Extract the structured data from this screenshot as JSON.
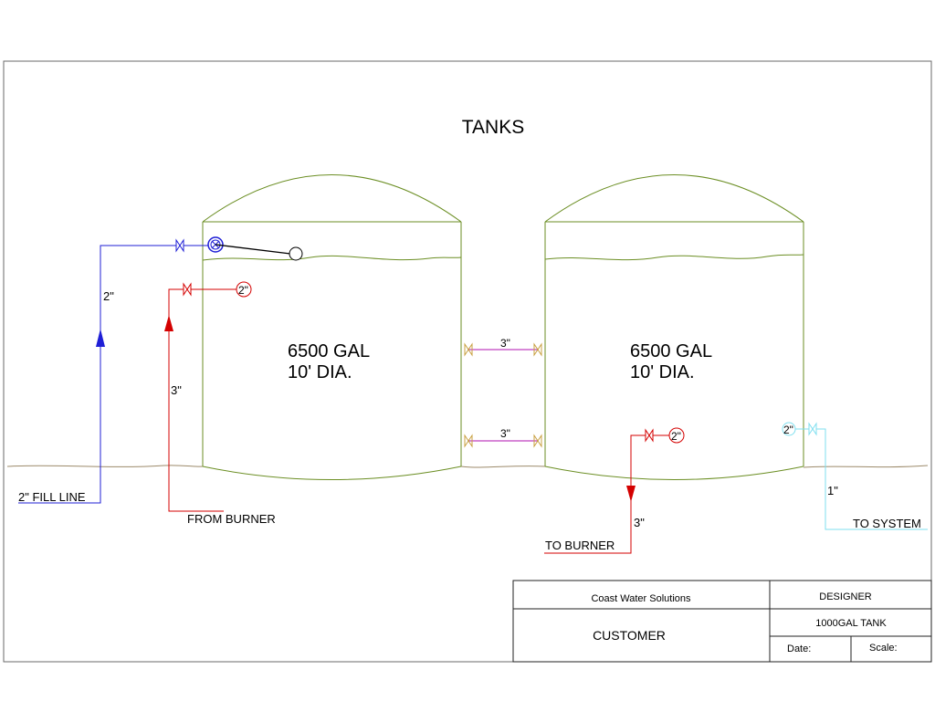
{
  "title": "TANKS",
  "tanks": [
    {
      "capacity": "6500 GAL",
      "diameter": "10' DIA."
    },
    {
      "capacity": "6500 GAL",
      "diameter": "10' DIA."
    }
  ],
  "pipes": {
    "fill_size": "2\"",
    "fill_line": "2\" FILL LINE",
    "return_size": "3\"",
    "from_burner": "FROM BURNER",
    "inlet_port_size": "2\"",
    "connector_top": "3\"",
    "connector_bottom": "3\"",
    "outlet_port_size": "2\"",
    "supply_size": "3\"",
    "to_burner": "TO BURNER",
    "system_port_size": "2\"",
    "system_size": "1\"",
    "to_system": "TO SYSTEM"
  },
  "title_block": {
    "company": "Coast Water Solutions",
    "designer": "DESIGNER",
    "customer": "CUSTOMER",
    "drawing": "1000GAL TANK",
    "date_label": "Date:",
    "scale_label": "Scale:"
  },
  "colors": {
    "tank": "#6b8e23",
    "fill_line": "#1f1fd6",
    "burner_line": "#d40000",
    "connector": "#c040c0",
    "valve": "#c8a040",
    "system_line": "#7fdfef",
    "ground": "#9c8a6a"
  }
}
